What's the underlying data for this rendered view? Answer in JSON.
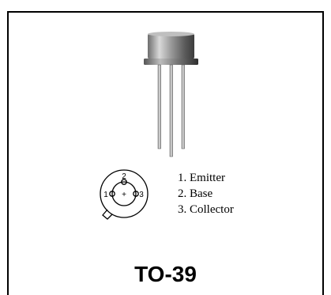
{
  "package": {
    "name": "TO-39"
  },
  "pins": [
    {
      "number": "1",
      "label": "1. Emitter"
    },
    {
      "number": "2",
      "label": "2. Base"
    },
    {
      "number": "3",
      "label": "3. Collector"
    }
  ],
  "pinout_center_mark": "+"
}
